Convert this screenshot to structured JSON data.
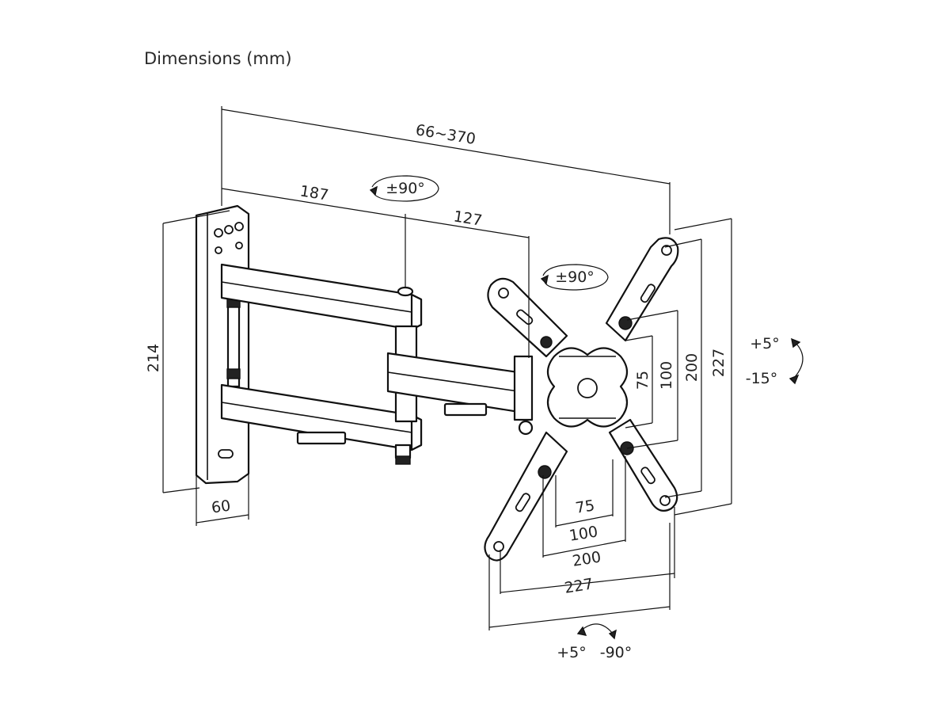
{
  "title": "Dimensions (mm)",
  "dimensions": {
    "overall_reach": "66~370",
    "arm_first": "187",
    "arm_second": "127",
    "wall_plate_height": "214",
    "wall_plate_width": "60",
    "vesa_v_75": "75",
    "vesa_v_100": "100",
    "vesa_v_200": "200",
    "vesa_v_227": "227",
    "vesa_h_75": "75",
    "vesa_h_100": "100",
    "vesa_h_200": "200",
    "vesa_h_227": "227"
  },
  "rotations": {
    "arm_swivel": "±90°",
    "head_swivel": "±90°",
    "tilt_up": "+5°",
    "tilt_down": "-15°",
    "rotate_plus": "+5°",
    "rotate_minus": "-90°"
  }
}
